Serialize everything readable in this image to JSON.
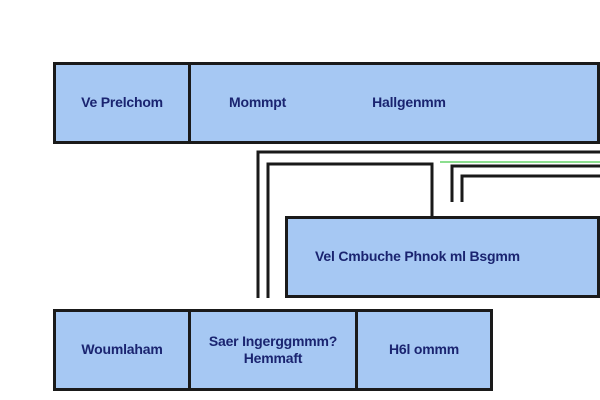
{
  "diagram": {
    "top_row": {
      "cell_1": "Ve Prelchom",
      "cell_2": "Mommpt",
      "cell_3": "Hallgenmm"
    },
    "middle_box": "Vel Cmbuche Phnok ml Bsgmm",
    "bottom_row": {
      "cell_1": "Woumlaham",
      "cell_2_line_1": "Saer Ingerggmmm?",
      "cell_2_line_2": "Hemmaft",
      "cell_3": "H6l ommm"
    }
  },
  "colors": {
    "box_fill": "#a6c8f3",
    "border": "#1a1a1a",
    "text": "#1a2470",
    "highlight_line": "#66d36a"
  }
}
